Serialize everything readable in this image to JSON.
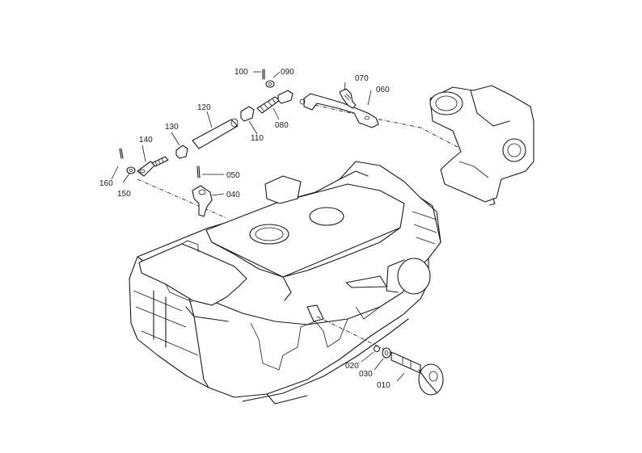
{
  "callouts": {
    "c010": "010",
    "c020": "020",
    "c030": "030",
    "c040": "040",
    "c050": "050",
    "c060": "060",
    "c070": "070",
    "c080": "080",
    "c090": "090",
    "c100": "100",
    "c110": "110",
    "c120": "120",
    "c130": "130",
    "c140": "140",
    "c150": "150",
    "c160": "160"
  },
  "colors": {
    "line": "#1a1a1a",
    "background": "#ffffff"
  }
}
